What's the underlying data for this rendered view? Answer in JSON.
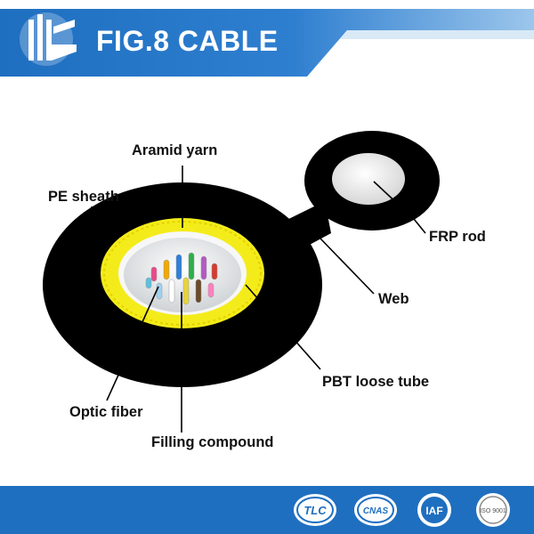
{
  "header": {
    "title": "FIG.8 CABLE",
    "logo_icon": "company-logo-icon",
    "colors": {
      "band": "#1f6fc0",
      "band_light": "#c9dff2"
    }
  },
  "labels": {
    "aramid_yarn": "Aramid yarn",
    "pe_sheath": "PE sheath",
    "frp_rod": "FRP rod",
    "web": "Web",
    "pbt_loose_tube": "PBT loose tube",
    "optic_fiber": "Optic fiber",
    "filling_compound": "Filling compound"
  },
  "colors": {
    "sheath": "#000000",
    "aramid": "#f4ec1a",
    "fiber_colors": [
      "#e84b8a",
      "#f2a900",
      "#2f7fd9",
      "#2fae4a",
      "#b25ac2",
      "#d63b2e",
      "#9fd2f0",
      "#ffffff",
      "#e8d43a",
      "#6b4a2a",
      "#ff7fbf",
      "#5bc0de"
    ]
  },
  "footer": {
    "logos": [
      {
        "name": "tlc-logo",
        "text": "TLC"
      },
      {
        "name": "cnas-logo",
        "text": "CNAS"
      },
      {
        "name": "iaf-logo",
        "text": "IAF"
      },
      {
        "name": "iso-logo",
        "text": "ISO 9001"
      }
    ]
  }
}
